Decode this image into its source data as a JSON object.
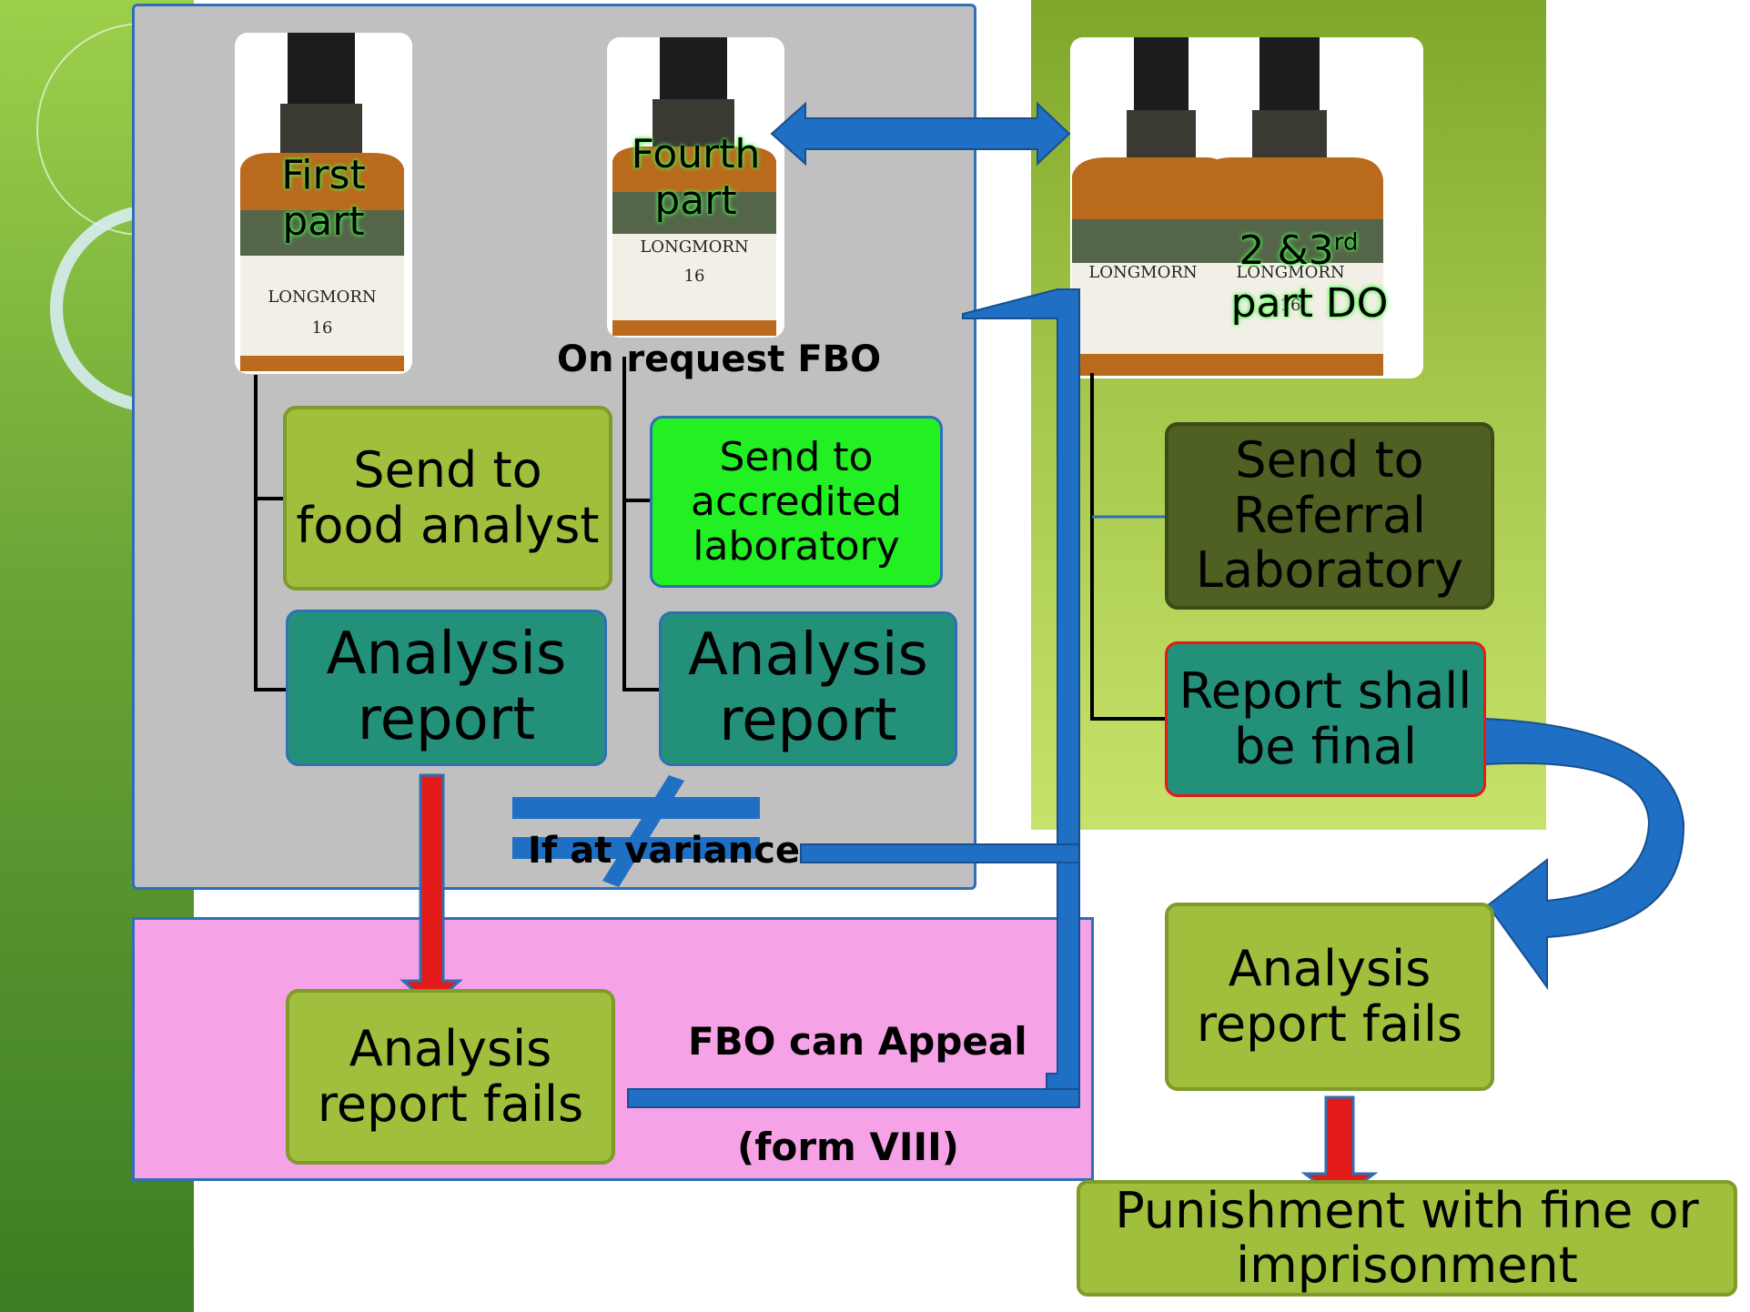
{
  "bottles": {
    "first": "First\npart",
    "fourth": "Fourth\npart",
    "do_main": "2 &3",
    "do_sup": "rd",
    "do_rest": "part  DO",
    "brand": "LONGMORN",
    "age": "16"
  },
  "labels": {
    "on_request": "On request FBO",
    "if_variance": "If at variance",
    "fbo_appeal": "FBO can Appeal",
    "form": "(form VIII)"
  },
  "boxes": {
    "send_food_analyst": "Send to\nfood analyst",
    "send_accredited": "Send to\naccredited\nlaboratory",
    "analysis_report_1": "Analysis\nreport",
    "analysis_report_2": "Analysis\nreport",
    "send_referral": "Send to\nReferral\nLaboratory",
    "report_final": "Report shall\nbe final",
    "fails_left": "Analysis\nreport fails",
    "fails_right": "Analysis\nreport fails",
    "punishment": "Punishment with fine or\nimprisonment"
  },
  "colors": {
    "blue_arrow": "#1f6fc5",
    "red_arrow": "#e21a1a",
    "olive_box": "#a0bf3c",
    "teal_box": "#23917a",
    "lime_box": "#22f022",
    "dark_box": "#4f6023",
    "pink_panel": "#f5a3e6",
    "gray_panel": "#c0c0c0"
  }
}
